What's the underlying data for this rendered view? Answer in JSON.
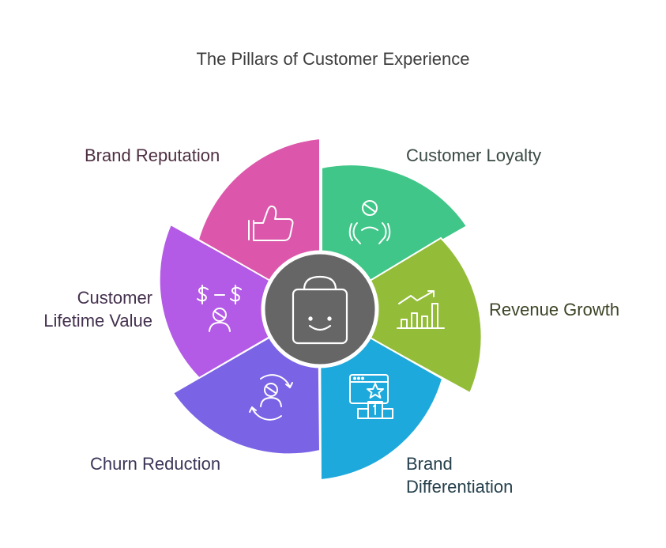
{
  "title": "The Pillars of Customer Experience",
  "center": {
    "icon": "shopping-bag-icon",
    "color": "#666666"
  },
  "segments": [
    {
      "id": "customer-loyalty",
      "lines": [
        "Customer Loyalty"
      ],
      "color": "#3fc688",
      "text_color": "#3a4a42",
      "icon": "hands-holding-person-icon"
    },
    {
      "id": "revenue-growth",
      "lines": [
        "Revenue Growth"
      ],
      "color": "#93bd39",
      "text_color": "#3c4526",
      "icon": "growth-chart-icon"
    },
    {
      "id": "brand-differentiation",
      "lines": [
        "Brand",
        "Differentiation"
      ],
      "color": "#1ea9dc",
      "text_color": "#243f4c",
      "icon": "star-podium-icon"
    },
    {
      "id": "churn-reduction",
      "lines": [
        "Churn Reduction"
      ],
      "color": "#7b63e6",
      "text_color": "#3c3558",
      "icon": "person-cycle-icon"
    },
    {
      "id": "customer-lifetime-value",
      "lines": [
        "Customer",
        "Lifetime Value"
      ],
      "color": "#b35ae6",
      "text_color": "#44314e",
      "icon": "person-dollar-icon"
    },
    {
      "id": "brand-reputation",
      "lines": [
        "Brand Reputation"
      ],
      "color": "#dc57ab",
      "text_color": "#4e2f41",
      "icon": "thumbs-up-icon"
    }
  ]
}
